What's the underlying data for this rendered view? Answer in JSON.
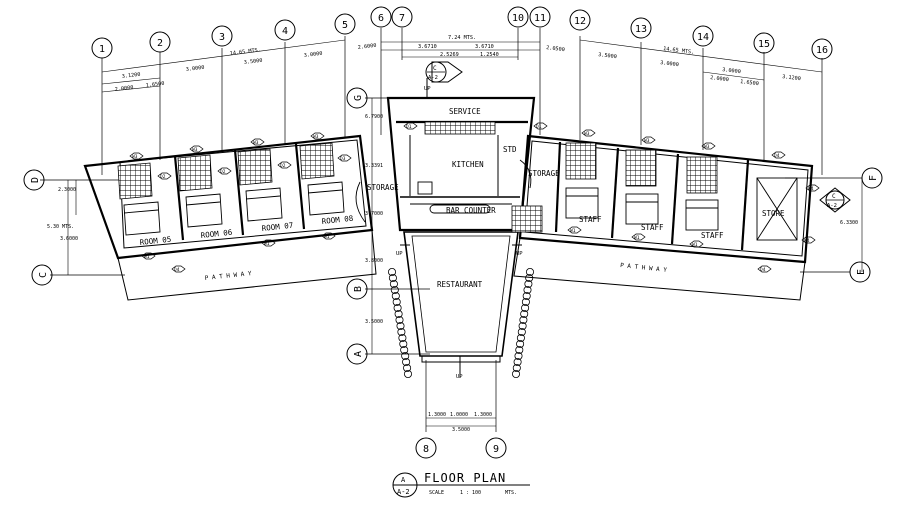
{
  "grid_bubbles": {
    "g1": "1",
    "g2": "2",
    "g3": "3",
    "g4": "4",
    "g5": "5",
    "g6": "6",
    "g7": "7",
    "g8": "8",
    "g9": "9",
    "g10": "10",
    "g11": "11",
    "g12": "12",
    "g13": "13",
    "g14": "14",
    "g15": "15",
    "g16": "16",
    "gA": "A",
    "gB": "B",
    "gC": "C",
    "gD": "D",
    "gE": "E",
    "gF": "F",
    "gG": "G"
  },
  "rooms": {
    "service": "SERVICE",
    "kitchen": "KITCHEN",
    "std": "STD",
    "storage_left": "STORAGE",
    "storage_right": "STORAGE",
    "bar_counter": "BAR COUNTER",
    "room05": "ROOM 05",
    "room06": "ROOM 06",
    "room07": "ROOM 07",
    "room08": "ROOM 08",
    "staff1": "STAFF",
    "staff2": "STAFF",
    "staff3": "STAFF",
    "store": "STORE",
    "restaurant": "RESTAURANT",
    "pathway_left": "P A T H W A Y",
    "pathway_right": "P A T H W A Y"
  },
  "up_labels": {
    "u1": "UP",
    "u2": "UP",
    "u3": "UP",
    "u4": "UP"
  },
  "section_marks": {
    "top_letter": "C",
    "top_sheet": "A-2",
    "right_letter": "C",
    "right_sheet": "A-2"
  },
  "dimensions": {
    "top_center_total": "7.24 MTS.",
    "top_center_a": "3.6710",
    "top_center_b": "3.6710",
    "top_center_c": "2.5269",
    "top_center_d": "1.2540",
    "top_left_total": "14.65 MTS.",
    "top_right_total": "14.65 MTS.",
    "tl1": "3.1200",
    "tl2": "3.0000",
    "tl3": "3.5000",
    "tl4": "3.0000",
    "tl5": "2.6000",
    "tl6": "2.0000",
    "tl7": "1.6500",
    "tr1": "2.0500",
    "tr2": "3.5000",
    "tr3": "3.0000",
    "tr4": "3.0000",
    "tr5": "3.1200",
    "tr6": "2.0000",
    "tr7": "1.6500",
    "left_total": "5.30 MTS.",
    "left_a": "2.3000",
    "left_b": "3.6000",
    "right_total": "6.3300",
    "center_a": "6.7900",
    "center_b": "3.7000",
    "center_c": "3.3391",
    "center_d": "3.8000",
    "center_e": "3.5000",
    "bottom_a": "1.3000",
    "bottom_b": "1.0000",
    "bottom_c": "1.3000",
    "bottom_total": "3.5000"
  },
  "tags": {
    "doors": [
      "D1",
      "D2",
      "D3",
      "D4"
    ],
    "windows": [
      "W1",
      "W2",
      "W3",
      "W4"
    ]
  },
  "title_block": {
    "letter": "A",
    "sheet": "A-2",
    "title": "FLOOR PLAN",
    "scale_label": "SCALE",
    "scale_value": "1 : 100",
    "scale_unit": "MTS."
  }
}
